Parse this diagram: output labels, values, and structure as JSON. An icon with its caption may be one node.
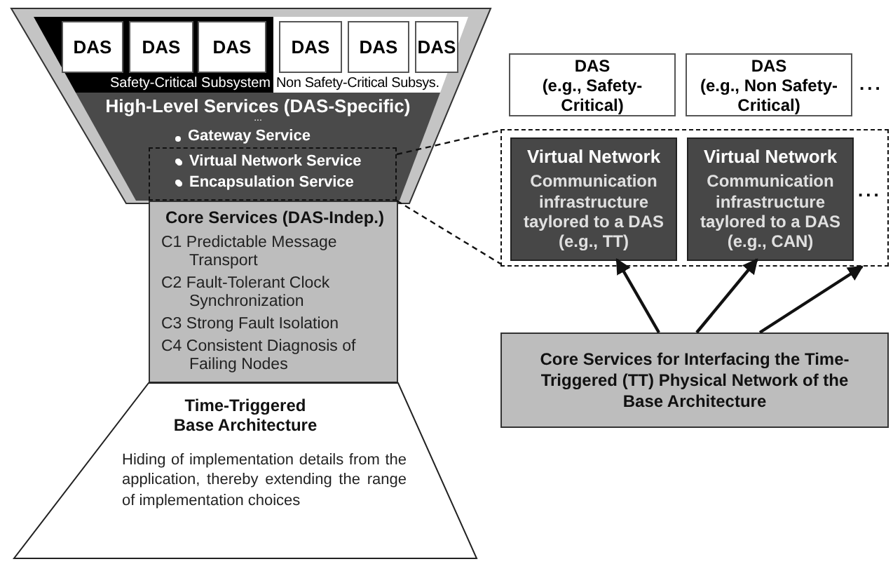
{
  "diagram": {
    "nodes": [
      {
        "text": [
          "Safety-Critical Subsystem"
        ]
      },
      {
        "text": [
          "DAS"
        ],
        "in": 0
      },
      {
        "text": [
          "DAS"
        ],
        "in": 0
      },
      {
        "text": [
          "DAS"
        ],
        "in": 0
      },
      {
        "text": [
          "Non Safety-Critical Subsys."
        ]
      },
      {
        "text": [
          "DAS"
        ],
        "in": 4
      },
      {
        "text": [
          "DAS"
        ],
        "in": 4
      },
      {
        "text": [
          "DAS"
        ],
        "in": 4
      },
      {
        "text": [
          "High-Level Services (DAS-Specific)",
          "...",
          "Gateway Service"
        ]
      },
      {
        "text": [
          "Virtual Network Service",
          "Encapsulation Service"
        ],
        "in": 8
      },
      {
        "text": [
          "Core Services (DAS-Indep.)",
          "C1 Predictable Message Transport",
          "C2 Fault-Tolerant Clock Synchronization",
          "C3 Strong Fault Isolation",
          "C4 Consistent Diagnosis of Failing Nodes"
        ]
      },
      {
        "text": [
          "Time-Triggered Base Architecture",
          "Hiding of implementation details from the application, thereby extending the range of implementation choices"
        ]
      },
      {
        "text": [
          "DAS",
          "(e.g., Safety-Critical)"
        ]
      },
      {
        "text": [
          "DAS",
          "(e.g., Non Safety-Critical)"
        ],
        "beside": [
          "..."
        ]
      },
      {
        "text": [],
        "shape": "box"
      },
      {
        "text": [
          "Virtual Network",
          "Communication infrastructure taylored to a DAS (e.g., TT)"
        ],
        "in": 14
      },
      {
        "text": [
          "Virtual Network",
          "Communication infrastructure taylored to a DAS (e.g., CAN)"
        ],
        "in": 14,
        "beside": [
          "..."
        ]
      },
      {
        "text": [
          "Core Services for Interfacing the Time-Triggered (TT) Physical Network of the Base Architecture"
        ]
      }
    ],
    "edges": [
      {
        "from": 9,
        "to": 14,
        "arrow": "none",
        "style": "dashed"
      },
      {
        "from": 9,
        "to": 14,
        "arrow": "none",
        "style": "dashed"
      },
      {
        "from": 17,
        "to": 15,
        "arrow": "to"
      },
      {
        "from": 17,
        "to": 16,
        "arrow": "to"
      },
      {
        "from": 17,
        "to": 14,
        "arrow": "to"
      }
    ]
  }
}
